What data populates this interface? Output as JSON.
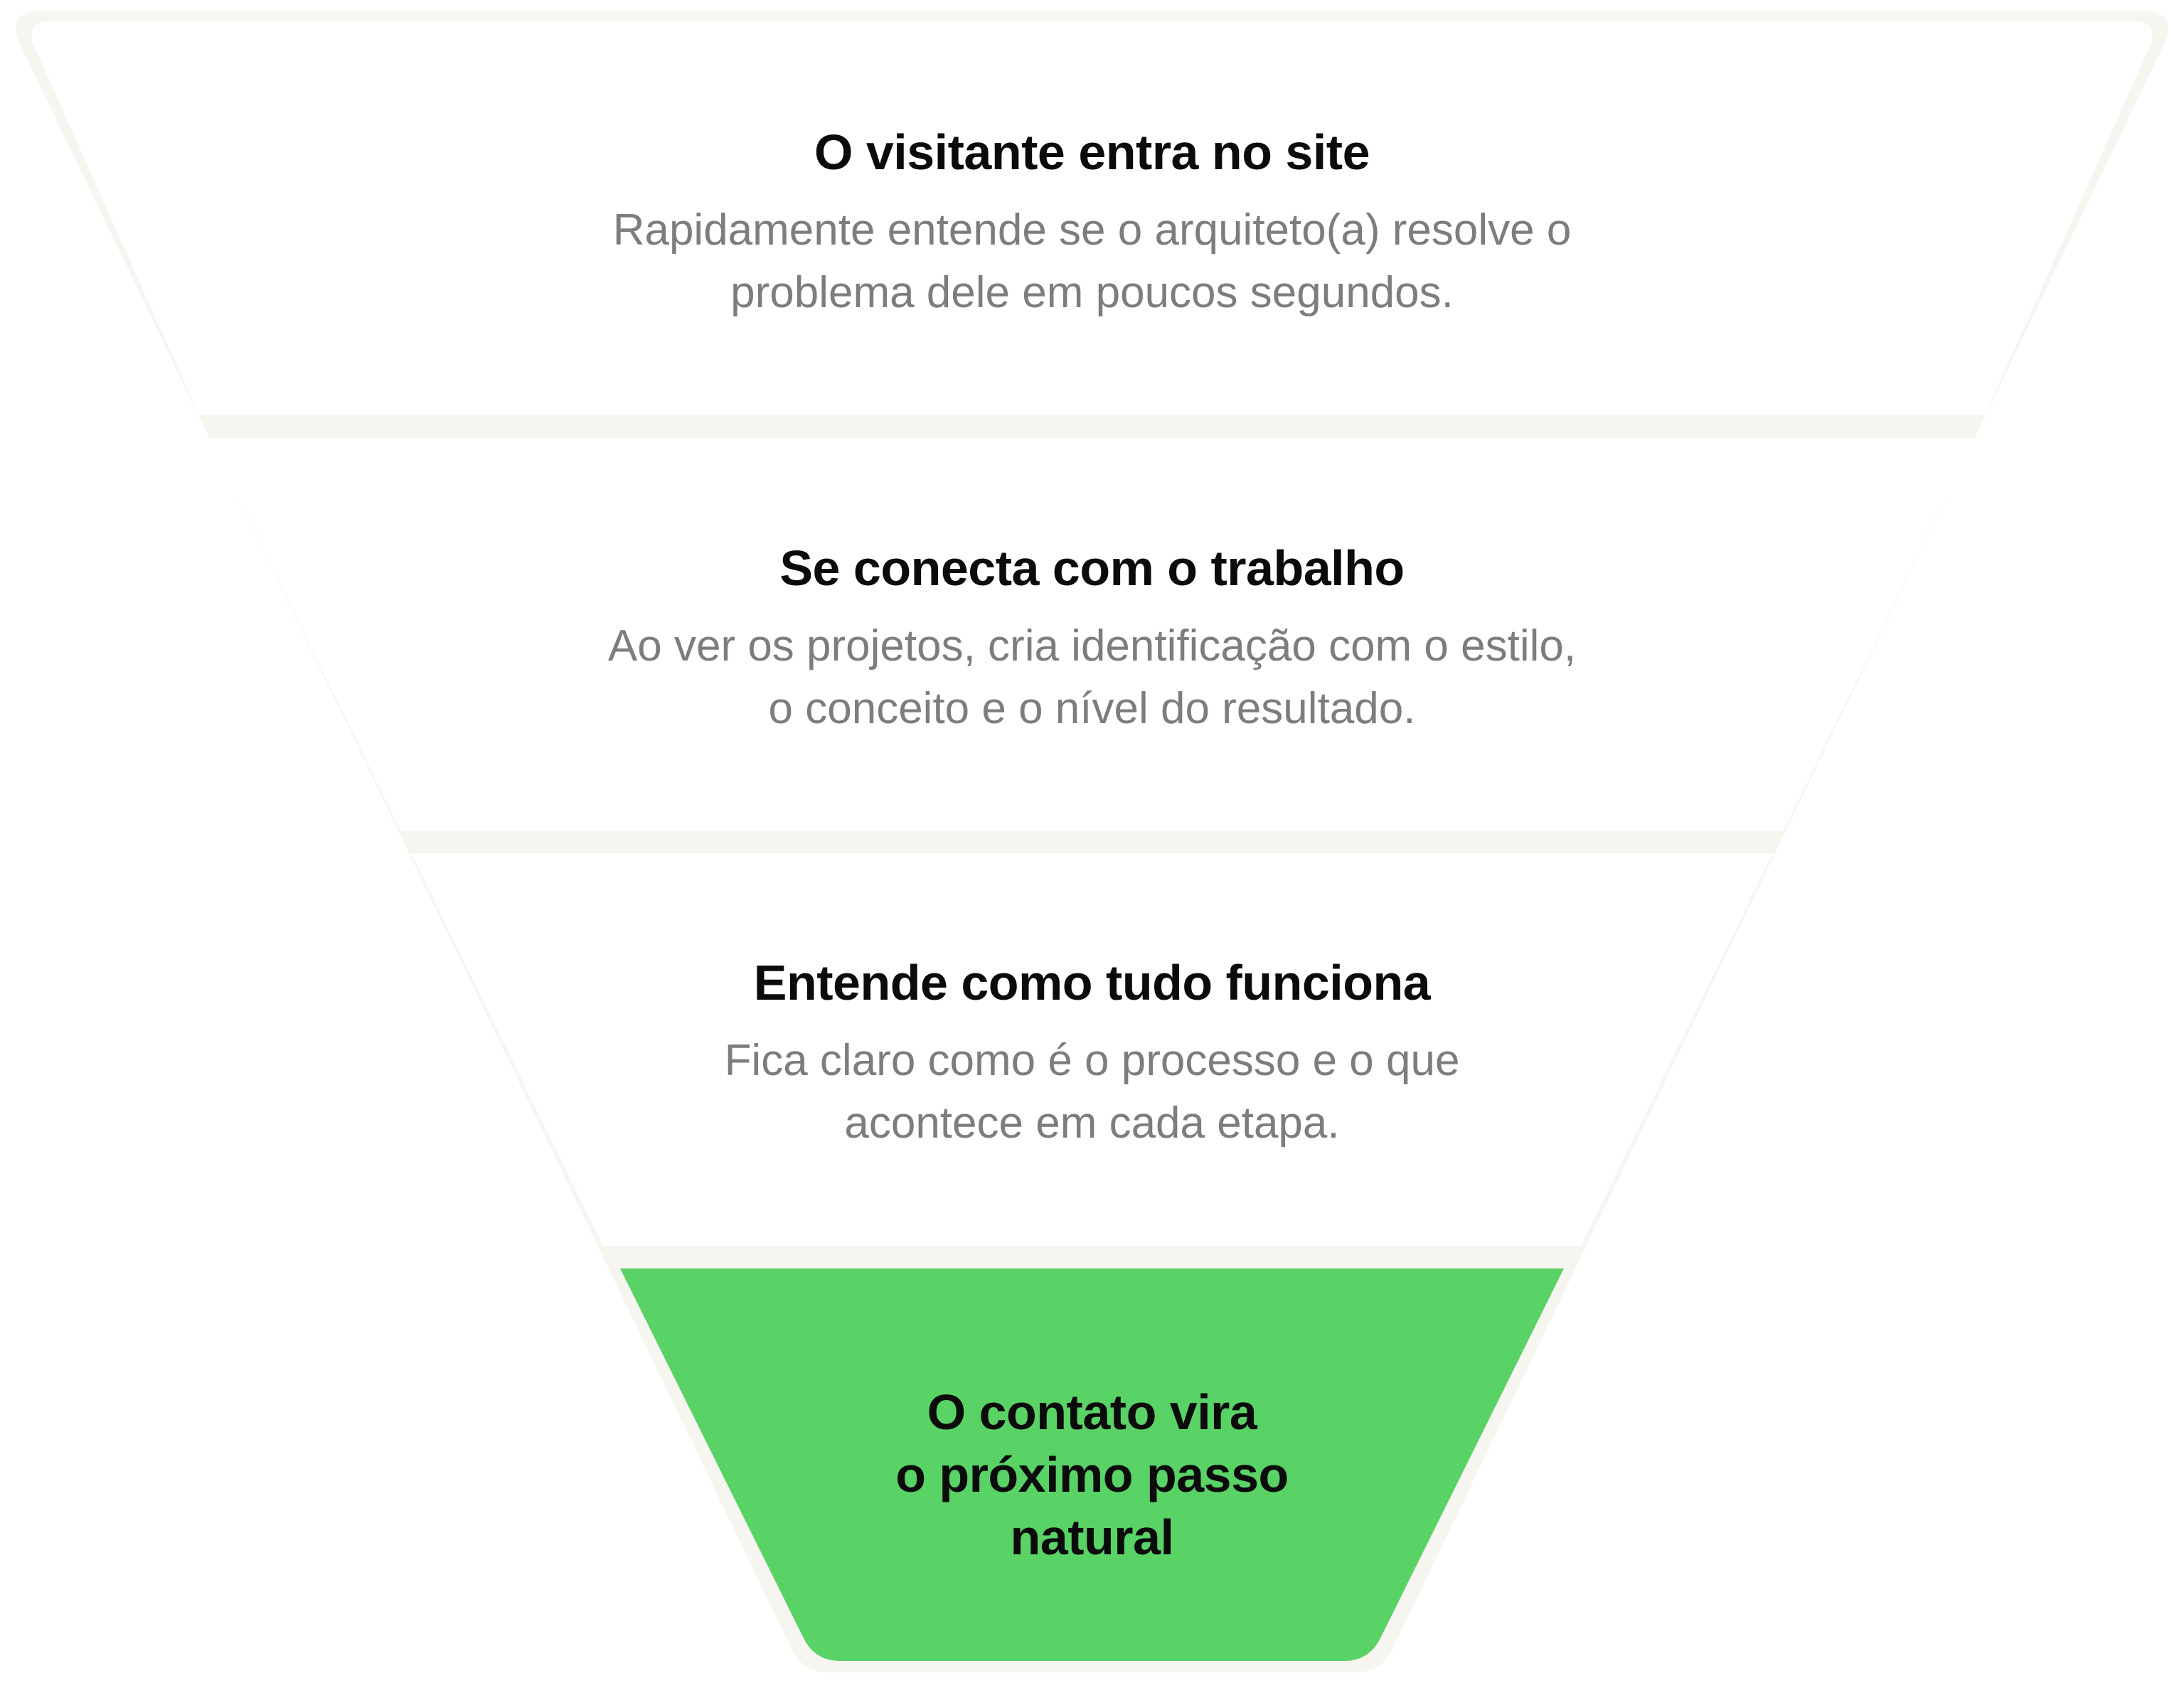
{
  "colors": {
    "outline": "#f6f5f0",
    "stage_fill": "#ffffff",
    "final_fill": "#59d266",
    "title_text": "#0b0b0b",
    "desc_text": "#7d7d7d"
  },
  "stages": [
    {
      "title": "O visitante entra no site",
      "desc_lines": [
        "Rapidamente entende se o arquiteto(a) resolve o",
        "problema dele em poucos segundos."
      ]
    },
    {
      "title": "Se conecta com o trabalho",
      "desc_lines": [
        "Ao ver os projetos, cria identificação com o estilo,",
        "o conceito e o nível do resultado."
      ]
    },
    {
      "title": "Entende como tudo funciona",
      "desc_lines": [
        "Fica claro como é o processo e o que",
        "acontece em cada etapa."
      ]
    }
  ],
  "final_stage": {
    "title_lines": [
      "O contato vira",
      "o próximo passo",
      "natural"
    ]
  }
}
